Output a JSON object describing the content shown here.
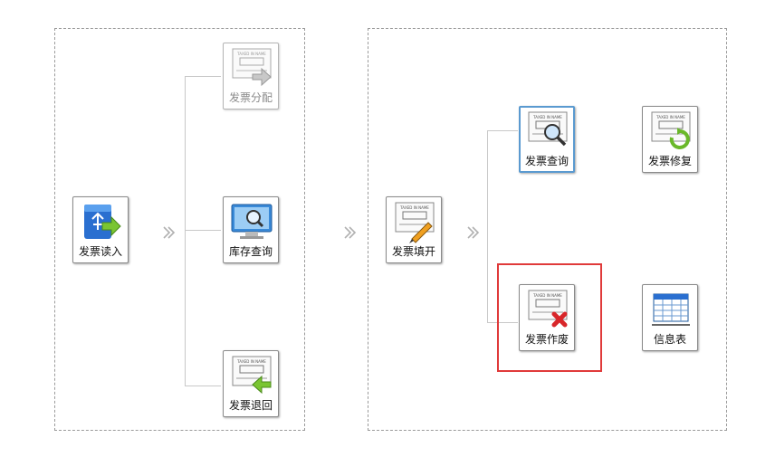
{
  "flow": {
    "read": {
      "label": "发票读入",
      "icon": "usb-import-icon"
    },
    "assign": {
      "label": "发票分配",
      "icon": "invoice-forward-icon",
      "state": "disabled"
    },
    "stock": {
      "label": "库存查询",
      "icon": "monitor-search-icon"
    },
    "return": {
      "label": "发票退回",
      "icon": "invoice-return-icon"
    },
    "fill": {
      "label": "发票填开",
      "icon": "invoice-pen-icon"
    },
    "query": {
      "label": "发票查询",
      "icon": "invoice-search-icon",
      "state": "selected"
    },
    "repair": {
      "label": "发票修复",
      "icon": "invoice-repair-icon"
    },
    "void": {
      "label": "发票作废",
      "icon": "invoice-void-icon",
      "state": "highlighted"
    },
    "info": {
      "label": "信息表",
      "icon": "table-icon"
    }
  },
  "invoice_header_text": "TAXED IN NAME",
  "colors": {
    "highlight": "#e03a3a",
    "selected_border": "#5a9ad0",
    "connector": "#c8c8c8"
  }
}
